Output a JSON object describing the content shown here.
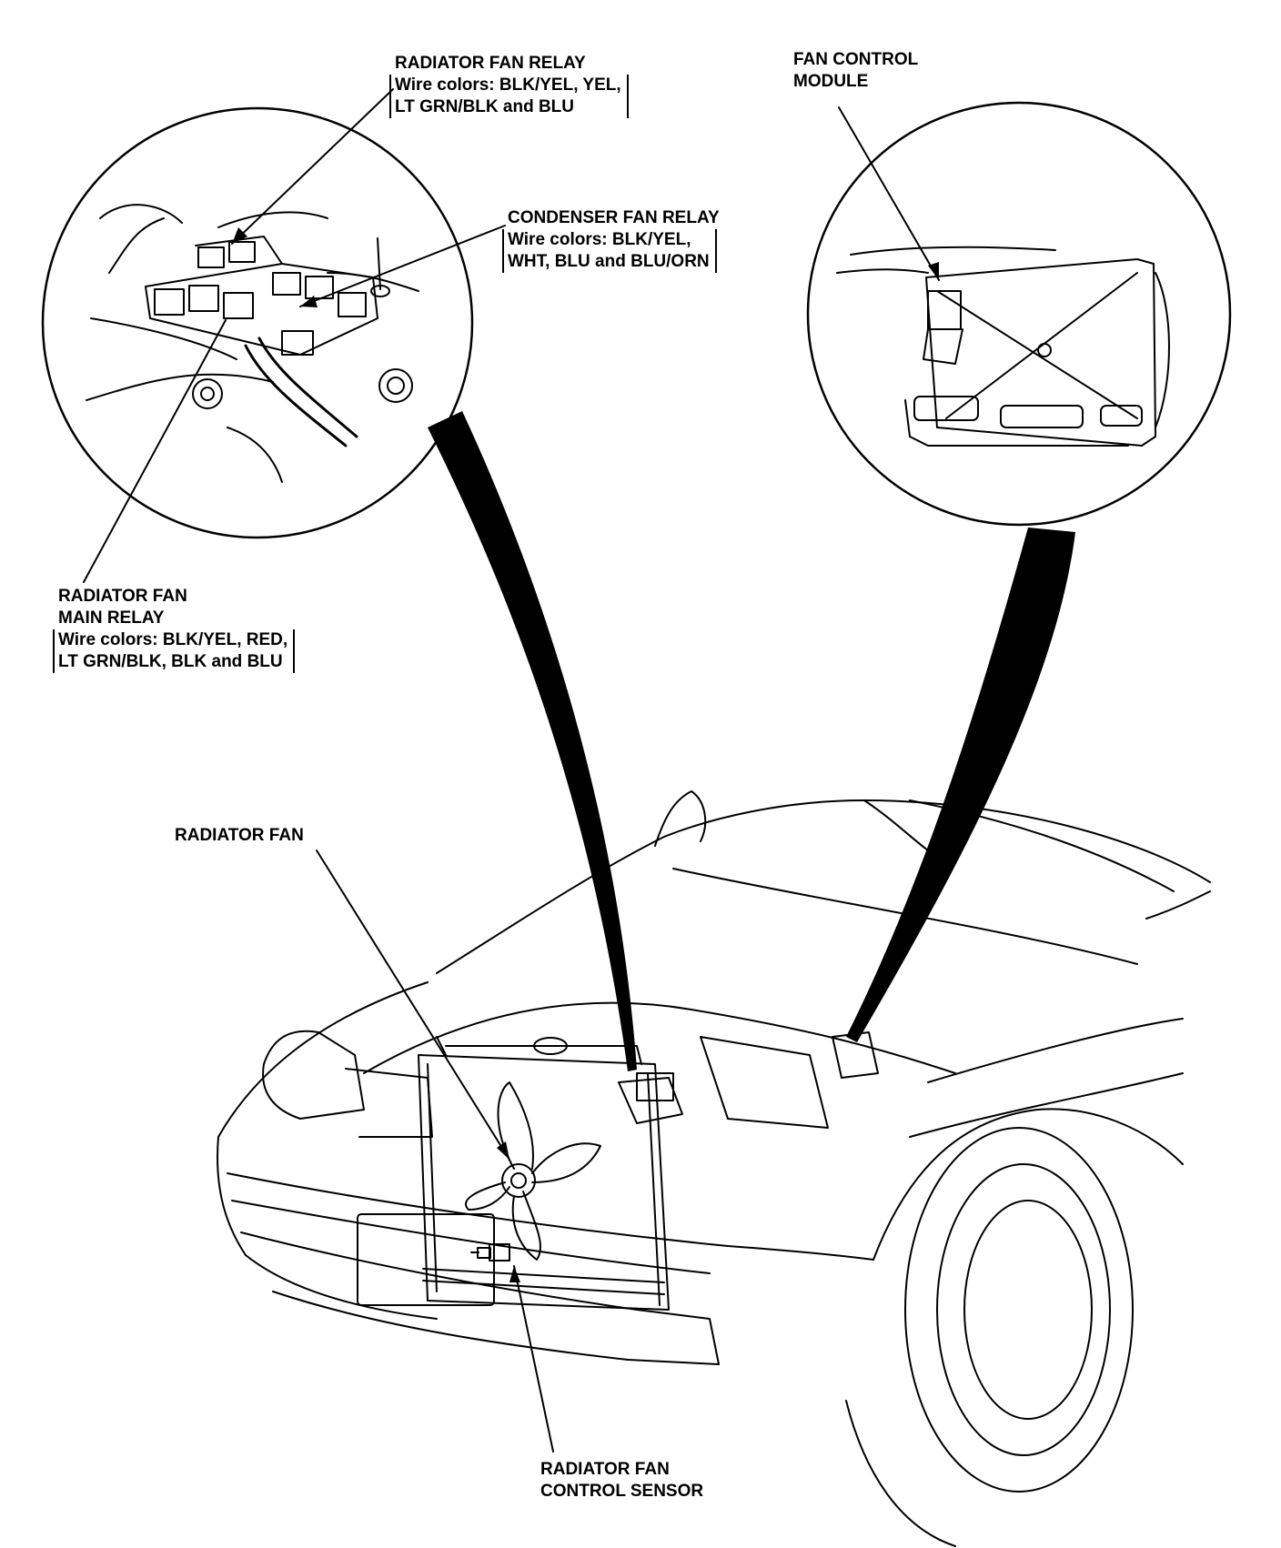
{
  "labels": {
    "radiator_fan_relay": {
      "title": "RADIATOR FAN RELAY",
      "wire_lines": [
        "Wire colors: BLK/YEL, YEL,",
        "LT GRN/BLK and BLU"
      ]
    },
    "condenser_fan_relay": {
      "title": "CONDENSER FAN RELAY",
      "wire_lines": [
        "Wire colors: BLK/YEL,",
        "WHT, BLU and BLU/ORN"
      ]
    },
    "fan_control_module": {
      "lines": [
        "FAN CONTROL",
        "MODULE"
      ]
    },
    "radiator_fan_main_relay": {
      "lines": [
        "RADIATOR FAN",
        "MAIN RELAY"
      ],
      "wire_lines": [
        "Wire colors: BLK/YEL, RED,",
        "LT GRN/BLK, BLK and BLU"
      ]
    },
    "radiator_fan": {
      "title": "RADIATOR FAN"
    },
    "radiator_fan_control_sensor": {
      "lines": [
        "RADIATOR FAN",
        "CONTROL SENSOR"
      ]
    }
  }
}
